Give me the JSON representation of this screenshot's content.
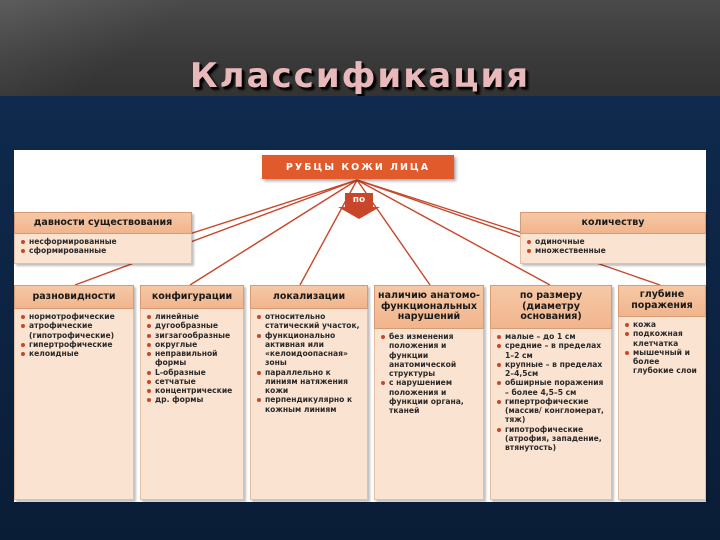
{
  "title": "Классификация",
  "diagram": {
    "root": "РУБЦЫ КОЖИ ЛИЦА",
    "by_label": "по",
    "categories": [
      {
        "title": "давности существования",
        "items": [
          "несформированные",
          "сформированные"
        ]
      },
      {
        "title": "количеству",
        "items": [
          "одиночные",
          "множественные"
        ]
      },
      {
        "title": "разновидности",
        "items": [
          "нормотрофические",
          "атрофические (гипотрофические)",
          "гипертрофические",
          "келоидные"
        ]
      },
      {
        "title": "конфигурации",
        "items": [
          "линейные",
          "дугообразные",
          "зигзагообразные",
          "округлые",
          "неправильной формы",
          "L-образные",
          "сетчатые",
          "концентрические",
          "др. формы"
        ]
      },
      {
        "title": "локализации",
        "items": [
          "относительно статический участок,",
          "функционально активная или «келоидоопасная» зоны",
          "параллельно к линиям натяжения кожи",
          "перпендикулярно к кожным линиям"
        ]
      },
      {
        "title": "наличию анатомо-функциональных нарушений",
        "items": [
          "без изменения положения и функции анатомической структуры",
          "с нарушением положения и функции органа, тканей"
        ]
      },
      {
        "title": "по размеру (диаметру основания)",
        "items": [
          "малые – до 1 см",
          "средние – в пределах 1–2 см",
          "крупные – в пределах 2–4,5см",
          "обширные поражения – более 4,5–5 см",
          "гипертрофические (массив/ конгломерат, тяж)",
          "гипотрофические (атрофия, западение, втянутость)"
        ]
      },
      {
        "title": "глубине поражения",
        "items": [
          "кожа",
          "подкожная клетчатка",
          "мышечный и более глубокие слои"
        ]
      }
    ]
  }
}
